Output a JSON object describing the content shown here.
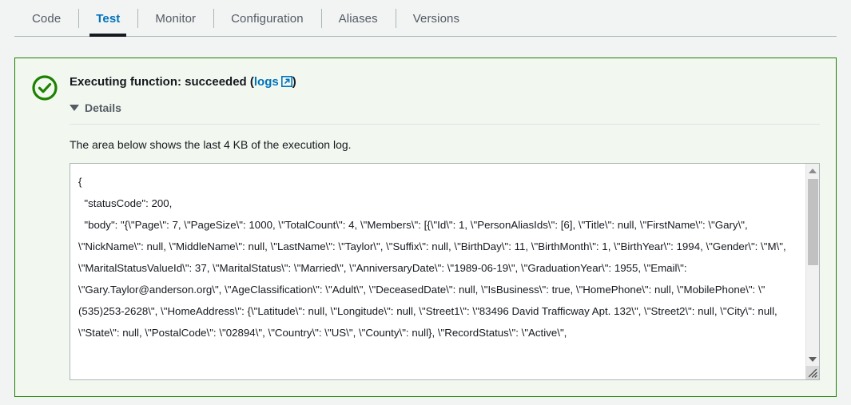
{
  "tabs": [
    {
      "label": "Code",
      "active": false
    },
    {
      "label": "Test",
      "active": true
    },
    {
      "label": "Monitor",
      "active": false
    },
    {
      "label": "Configuration",
      "active": false
    },
    {
      "label": "Aliases",
      "active": false
    },
    {
      "label": "Versions",
      "active": false
    }
  ],
  "result_panel": {
    "status_icon": "success-check-circle-icon",
    "title_prefix": "Executing function: succeeded (",
    "logs_link_label": "logs",
    "external_link_icon": "external-link-icon",
    "title_suffix": ")",
    "details_toggle_label": "Details",
    "details_caret_icon": "caret-down-icon",
    "hint_text": "The area below shows the last 4 KB of the execution log.",
    "accent_border_color": "#1d8102",
    "background_color": "#f2f8f0",
    "link_color": "#0073bb"
  },
  "log": {
    "content": "{\n  \"statusCode\": 200,\n  \"body\": \"{\\\"Page\\\": 7, \\\"PageSize\\\": 1000, \\\"TotalCount\\\": 4, \\\"Members\\\": [{\\\"Id\\\": 1, \\\"PersonAliasIds\\\": [6], \\\"Title\\\": null, \\\"FirstName\\\": \\\"Gary\\\", \\\"NickName\\\": null, \\\"MiddleName\\\": null, \\\"LastName\\\": \\\"Taylor\\\", \\\"Suffix\\\": null, \\\"BirthDay\\\": 11, \\\"BirthMonth\\\": 1, \\\"BirthYear\\\": 1994, \\\"Gender\\\": \\\"M\\\", \\\"MaritalStatusValueId\\\": 37, \\\"MaritalStatus\\\": \\\"Married\\\", \\\"AnniversaryDate\\\": \\\"1989-06-19\\\", \\\"GraduationYear\\\": 1955, \\\"Email\\\": \\\"Gary.Taylor@anderson.org\\\", \\\"AgeClassification\\\": \\\"Adult\\\", \\\"DeceasedDate\\\": null, \\\"IsBusiness\\\": true, \\\"HomePhone\\\": null, \\\"MobilePhone\\\": \\\"(535)253-2628\\\", \\\"HomeAddress\\\": {\\\"Latitude\\\": null, \\\"Longitude\\\": null, \\\"Street1\\\": \\\"83496 David Trafficway Apt. 132\\\", \\\"Street2\\\": null, \\\"City\\\": null, \\\"State\\\": null, \\\"PostalCode\\\": \\\"02894\\\", \\\"Country\\\": \\\"US\\\", \\\"County\\\": null}, \\\"RecordStatus\\\": \\\"Active\\\",",
    "scrollbar": {
      "up_arrow_icon": "scroll-up-arrow-icon",
      "down_arrow_icon": "scroll-down-arrow-icon",
      "thumb": "scrollbar-thumb"
    },
    "resize_grip_icon": "resize-grip-icon"
  }
}
